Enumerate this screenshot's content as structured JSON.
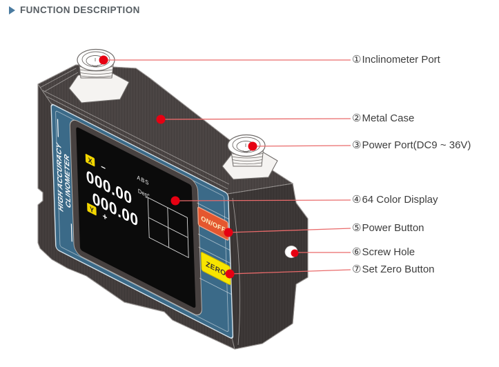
{
  "header": {
    "marker_icon": "▶",
    "title": "FUNCTION DESCRIPTION"
  },
  "device": {
    "brand": {
      "line1": "HIGH ACCURACY",
      "line2": "CLINOMETER"
    },
    "screen": {
      "axis_x": "X",
      "sign_x": "−",
      "value_x": "000.00",
      "mode": "ABS",
      "unit": "Deg°",
      "value_y": "000.00",
      "axis_y": "Y",
      "sign_y": "+"
    },
    "buttons": {
      "power": "ON/OFF",
      "zero": "ZERO"
    }
  },
  "callouts": [
    {
      "num": "①",
      "text": "Inclinometer Port"
    },
    {
      "num": "②",
      "text": "Metal Case"
    },
    {
      "num": "③",
      "text": "Power Port(DC9 ~ 36V)"
    },
    {
      "num": "④",
      "text": "64 Color Display"
    },
    {
      "num": "⑤",
      "text": "Power Button"
    },
    {
      "num": "⑥",
      "text": "Screw Hole"
    },
    {
      "num": "⑦",
      "text": "Set Zero Button"
    }
  ],
  "colors": {
    "accent_red": "#e60012",
    "leader_line": "#e96a6a",
    "panel_blue": "#3b6a88",
    "case_dark": "#443e3d",
    "button_power": "#e4572f",
    "button_zero": "#f7e400",
    "badge_yellow": "#f2d600",
    "header_text": "#575e63",
    "header_marker": "#4a7ba0",
    "label_text": "#3d3d3d"
  }
}
